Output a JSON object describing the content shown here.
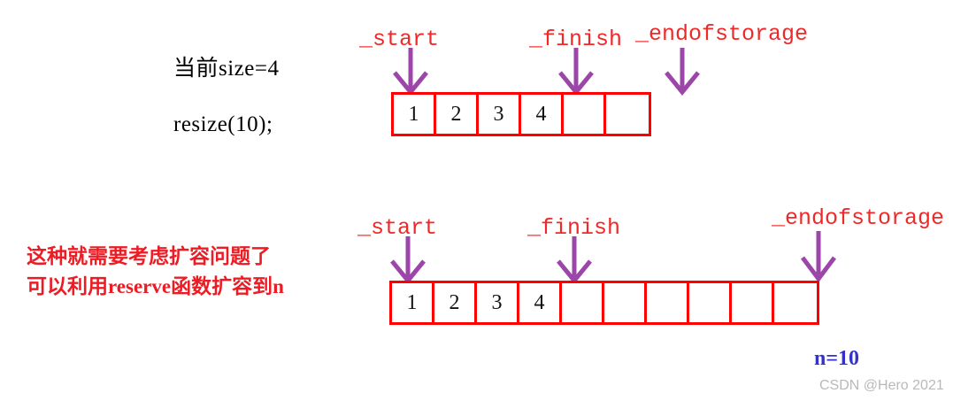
{
  "figure": {
    "title_top": "当前size=4",
    "code_top": "resize(10);",
    "note_red_line1": "这种就需要考虑扩容问题了",
    "note_red_line2": "可以利用reserve函数扩容到n",
    "n_label": "n=10",
    "watermark": "CSDN @Hero 2021"
  },
  "colors": {
    "array_border": "#FF0000",
    "arrow": "#9B46A8",
    "label": "#F02828",
    "note_red": "#ED1C24",
    "n_blue": "#3333CC",
    "text_black": "#000000",
    "watermark": "#B9B9B9"
  },
  "pointers": {
    "start": "_start",
    "finish": "_finish",
    "endofstorage": "_endofstorage"
  },
  "diagrams": [
    {
      "id": "top-array",
      "capacity": 6,
      "size": 4,
      "cells": [
        "1",
        "2",
        "3",
        "4",
        "",
        ""
      ]
    },
    {
      "id": "bottom-array",
      "capacity": 10,
      "size": 4,
      "cells": [
        "1",
        "2",
        "3",
        "4",
        "",
        "",
        "",
        "",
        "",
        ""
      ]
    }
  ]
}
